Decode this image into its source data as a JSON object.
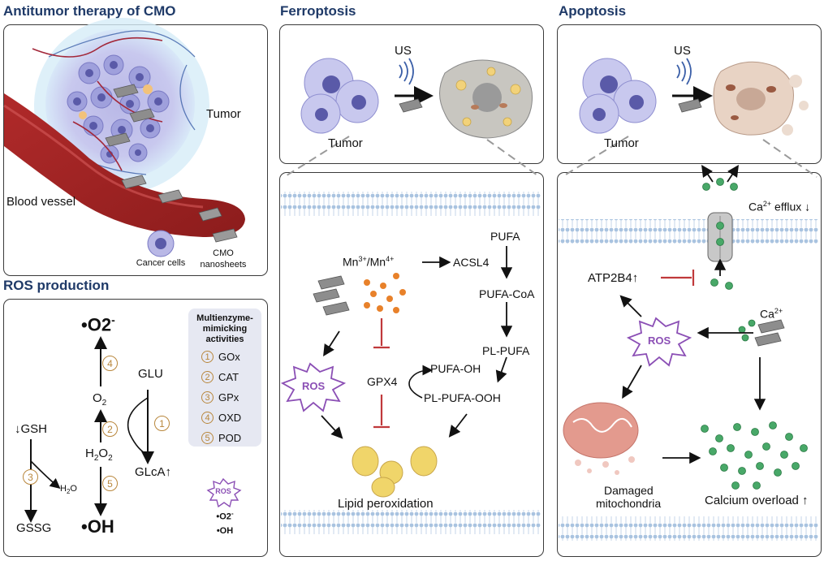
{
  "titles": {
    "antitumor": "Antitumor therapy of CMO",
    "ros_production": "ROS production",
    "ferroptosis": "Ferroptosis",
    "apoptosis": "Apoptosis"
  },
  "antitumor_panel": {
    "tumor": "Tumor",
    "blood_vessel": "Blood vessel",
    "cancer_cells": "Cancer cells",
    "cmo_nanosheets_line1": "CMO",
    "cmo_nanosheets_line2": "nanosheets"
  },
  "ros_panel": {
    "superoxide": "O2",
    "oxygen": "O",
    "h2o2": "H2O2",
    "hydroxyl": "OH",
    "glu": "GLU",
    "glca": "GLcA",
    "gsh": "GSH",
    "gssg": "GSSG",
    "h2o": "H2O",
    "numbers": {
      "a": "4",
      "b": "2",
      "c": "1",
      "d": "3",
      "e": "5"
    },
    "legend_title": "Multienzyme-mimicking activities",
    "activities": [
      {
        "num": "1",
        "label": "GOx"
      },
      {
        "num": "2",
        "label": "CAT"
      },
      {
        "num": "3",
        "label": "GPx"
      },
      {
        "num": "4",
        "label": "OXD"
      },
      {
        "num": "5",
        "label": "POD"
      }
    ],
    "ros_badge": "ROS",
    "ros_species_1": "O2",
    "ros_species_2": "OH"
  },
  "ferroptosis_panel": {
    "us": "US",
    "tumor": "Tumor",
    "mn": "Mn",
    "mn3": "3+",
    "mn_slash": "/Mn",
    "mn4": "4+",
    "acsl4": "ACSL4",
    "pufa": "PUFA",
    "pufa_coa": "PUFA-CoA",
    "pl_pufa": "PL-PUFA",
    "pufa_oh": "PUFA-OH",
    "pl_pufa_ooh": "PL-PUFA-OOH",
    "gpx4": "GPX4",
    "ros": "ROS",
    "lipid_peroxidation": "Lipid peroxidation"
  },
  "apoptosis_panel": {
    "us": "US",
    "tumor": "Tumor",
    "ca_efflux": "Ca",
    "ca_efflux_sup": "2+",
    "ca_efflux_rest": " efflux ↓",
    "atp2b4": "ATP2B4↑",
    "ros": "ROS",
    "ca": "Ca",
    "ca_sup": "2+",
    "damaged_1": "Damaged",
    "damaged_2": "mitochondria",
    "calcium_overload": "Calcium overload ↑"
  },
  "colors": {
    "title": "#1f3a68",
    "inhibit": "#c0393b",
    "ros": "#8b4fb5",
    "number": "#b8863b",
    "calcium": "#48a868",
    "membrane": "#a9c3e0"
  }
}
